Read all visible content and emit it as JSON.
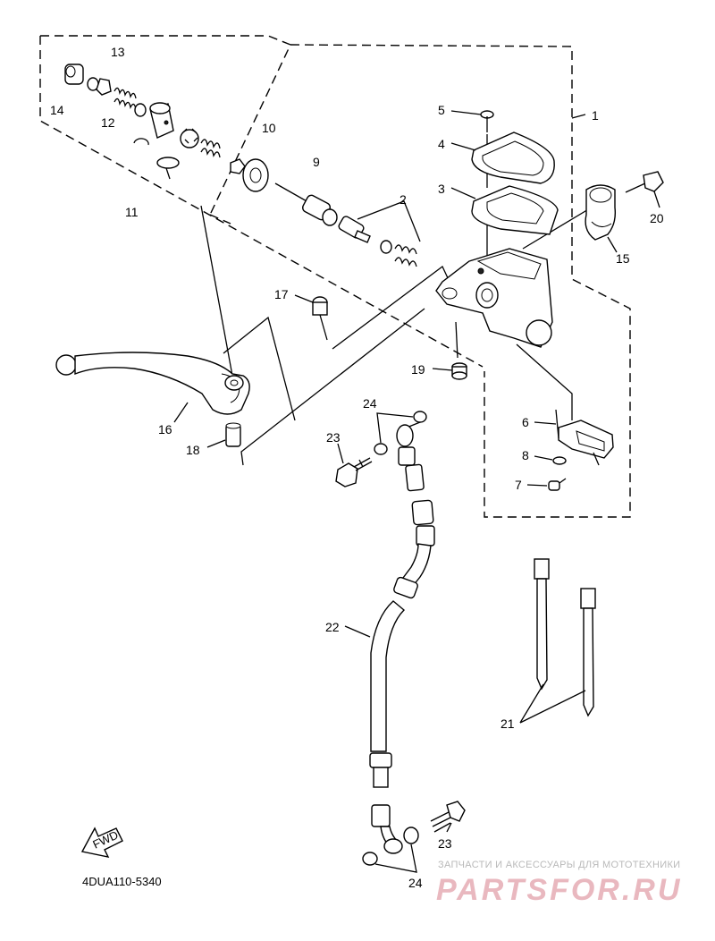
{
  "diagram": {
    "reference_code": "4DUA110-5340",
    "fwd_label": "FWD",
    "callouts": {
      "c1": "1",
      "c2": "2",
      "c3": "3",
      "c4": "4",
      "c5": "5",
      "c6": "6",
      "c7": "7",
      "c8": "8",
      "c9": "9",
      "c10": "10",
      "c11": "11",
      "c12": "12",
      "c13": "13",
      "c14": "14",
      "c15": "15",
      "c16": "16",
      "c17": "17",
      "c18": "18",
      "c19": "19",
      "c20": "20",
      "c21": "21",
      "c22": "22",
      "c23a": "23",
      "c23b": "23",
      "c24a": "24",
      "c24b": "24"
    }
  },
  "watermark": {
    "tagline": "ЗАПЧАСТИ И АКСЕССУАРЫ ДЛЯ МОТОТЕХНИКИ",
    "logo_text": "PARTSFOR.RU"
  }
}
